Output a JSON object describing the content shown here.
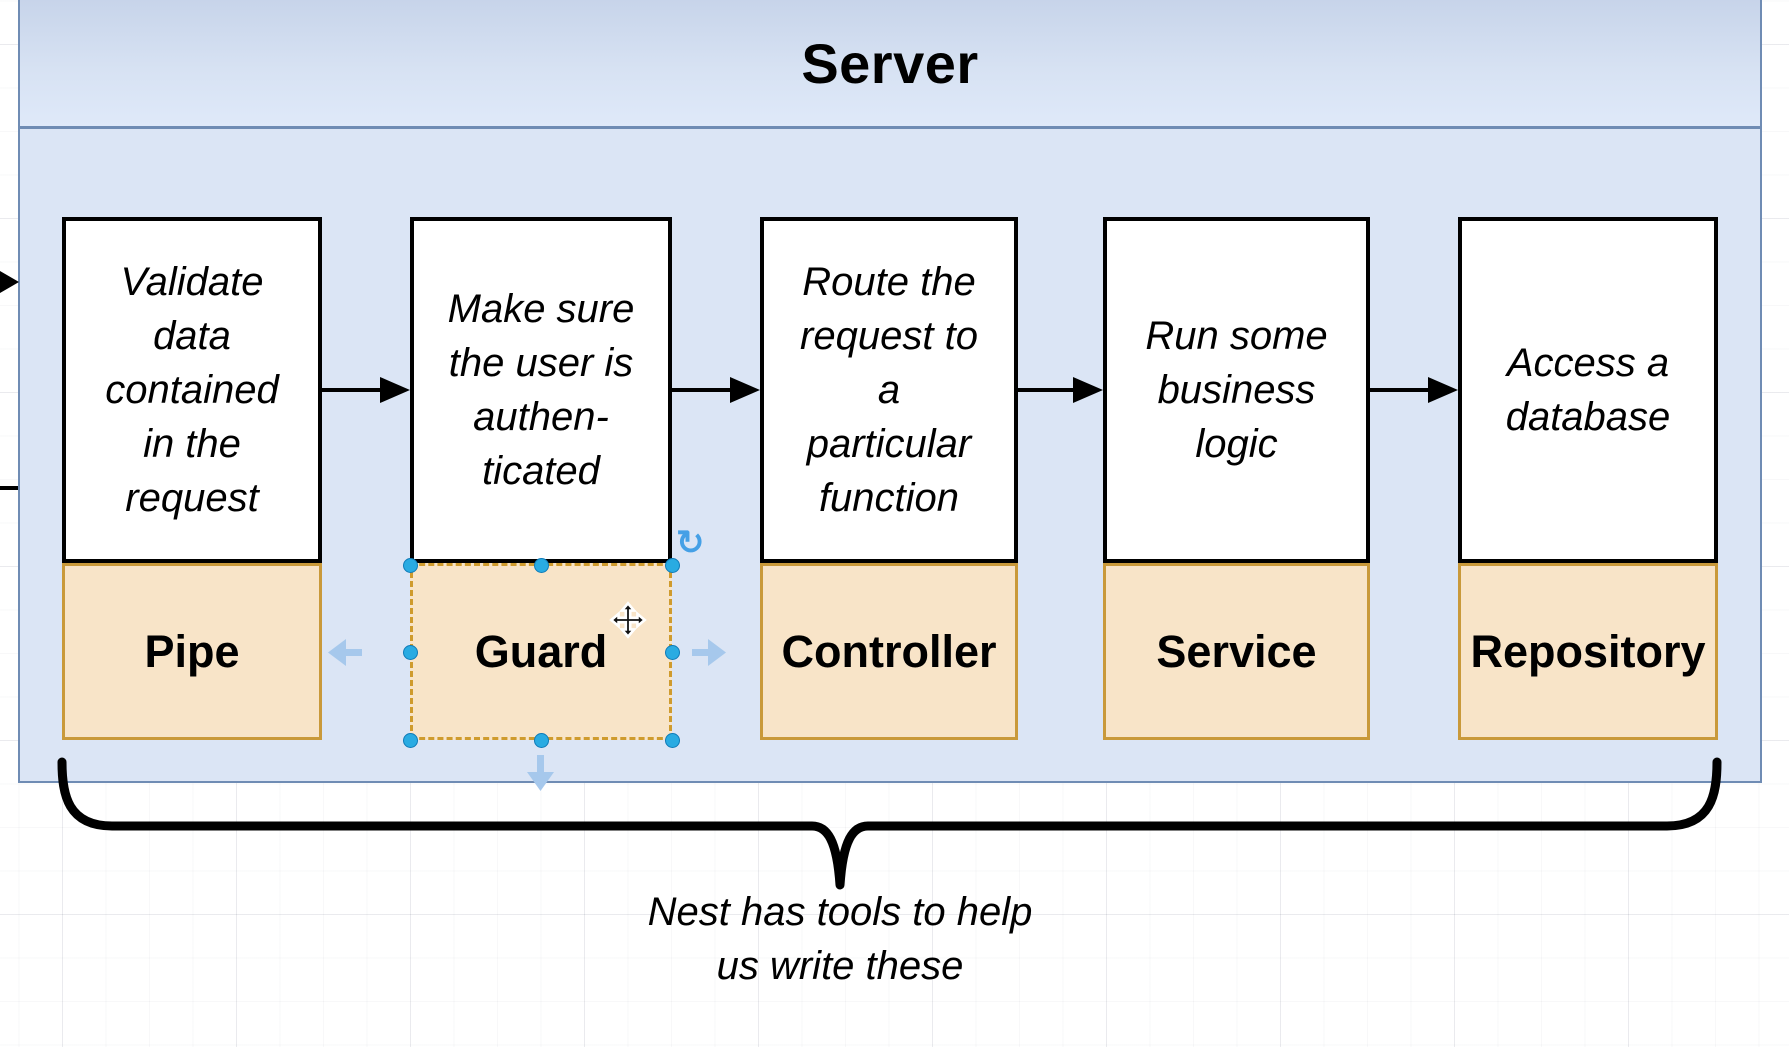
{
  "diagram": {
    "server_group": {
      "title": "Server"
    },
    "columns": [
      {
        "id": "pipe",
        "description": "Validate\ndata\ncontained\nin the\nrequest",
        "label": "Pipe",
        "selected": false
      },
      {
        "id": "guard",
        "description": "Make sure\nthe user is\nauthen-\nticated",
        "label": "Guard",
        "selected": true
      },
      {
        "id": "controller",
        "description": "Route the\nrequest to\na\nparticular\nfunction",
        "label": "Controller",
        "selected": false
      },
      {
        "id": "service",
        "description": "Run some\nbusiness\nlogic",
        "label": "Service",
        "selected": false
      },
      {
        "id": "repository",
        "description": "Access a\ndatabase",
        "label": "Repository",
        "selected": false
      }
    ],
    "annotation": {
      "text": "Nest has tools to help\nus write these"
    },
    "selection": {
      "target": "Guard"
    },
    "icons": {
      "rotate": "↻"
    },
    "colors": {
      "container_fill": "#dbe5f5",
      "container_stroke": "#6f8cb4",
      "stage_fill": "#f8e4c8",
      "stage_stroke": "#c9993a",
      "desc_fill": "#ffffff",
      "desc_stroke": "#000000",
      "handle_blue": "#29abe2",
      "pale_arrow_blue": "#a6c8ec",
      "arrow_black": "#000000"
    }
  }
}
